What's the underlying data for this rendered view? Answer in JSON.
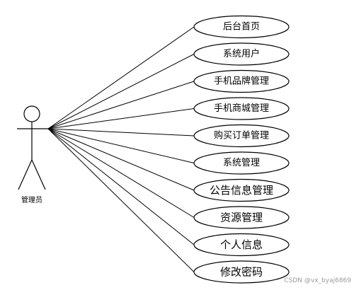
{
  "actor": {
    "label": "管理员"
  },
  "use_cases": [
    {
      "label": "后台首页",
      "size": "normal"
    },
    {
      "label": "系统用户",
      "size": "normal"
    },
    {
      "label": "手机品牌管理",
      "size": "normal"
    },
    {
      "label": "手机商城管理",
      "size": "normal"
    },
    {
      "label": "购买订单管理",
      "size": "normal"
    },
    {
      "label": "系统管理",
      "size": "normal"
    },
    {
      "label": "公告信息管理",
      "size": "large"
    },
    {
      "label": "资源管理",
      "size": "large"
    },
    {
      "label": "个人信息",
      "size": "large"
    },
    {
      "label": "修改密码",
      "size": "large"
    }
  ],
  "watermark": "CSDN @vx_byaj6869"
}
